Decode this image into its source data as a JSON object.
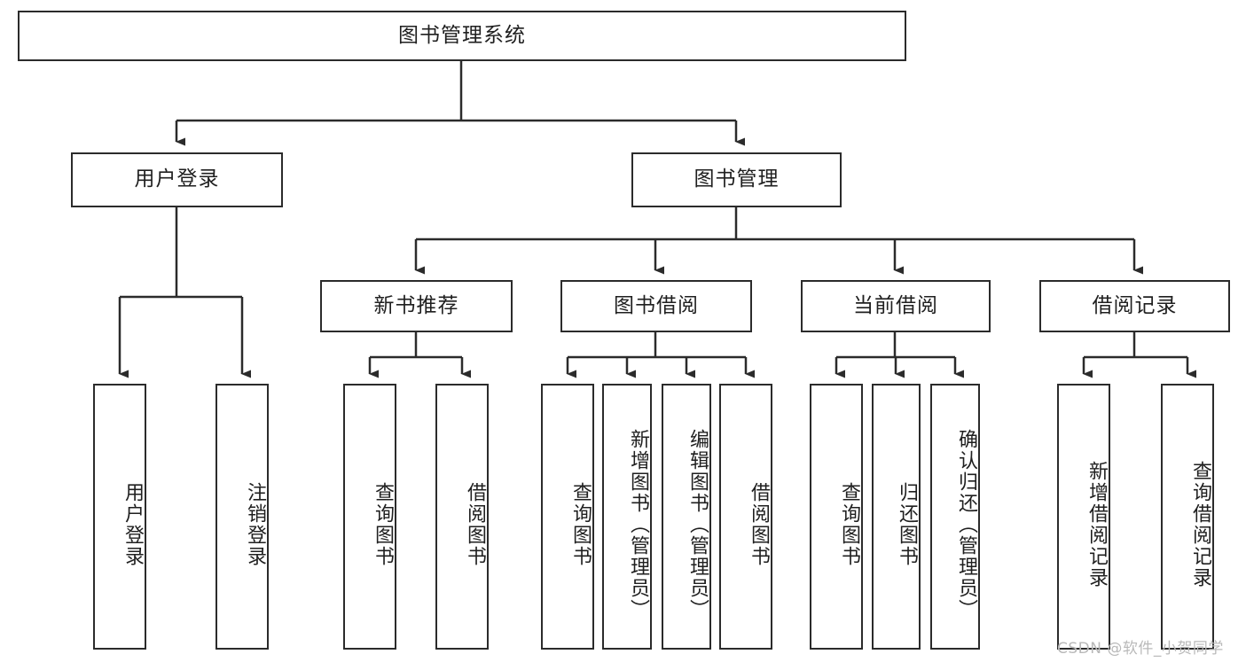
{
  "diagram": {
    "title": "图书管理系统",
    "root": {
      "label": "图书管理系统"
    },
    "level2": [
      {
        "label": "用户登录"
      },
      {
        "label": "图书管理"
      }
    ],
    "level3": [
      {
        "label": "新书推荐"
      },
      {
        "label": "图书借阅"
      },
      {
        "label": "当前借阅"
      },
      {
        "label": "借阅记录"
      }
    ],
    "leaves": {
      "user_login": [
        {
          "label": "用户登录"
        },
        {
          "label": "注销登录"
        }
      ],
      "new_book_recommend": [
        {
          "label": "查询图书"
        },
        {
          "label": "借阅图书"
        }
      ],
      "book_borrow": [
        {
          "label": "查询图书"
        },
        {
          "label": "新增图书（管理员）"
        },
        {
          "label": "编辑图书（管理员）"
        },
        {
          "label": "借阅图书"
        }
      ],
      "current_borrow": [
        {
          "label": "查询图书"
        },
        {
          "label": "归还图书"
        },
        {
          "label": "确认归还（管理员）"
        }
      ],
      "borrow_record": [
        {
          "label": "新增借阅记录"
        },
        {
          "label": "查询借阅记录"
        }
      ]
    }
  },
  "watermark": {
    "text": "CSDN @软件_小贺同学"
  },
  "colors": {
    "stroke": "#2b2b2b",
    "text": "#1f1f1f",
    "background": "#ffffff",
    "watermark": "#b9b9b9"
  }
}
